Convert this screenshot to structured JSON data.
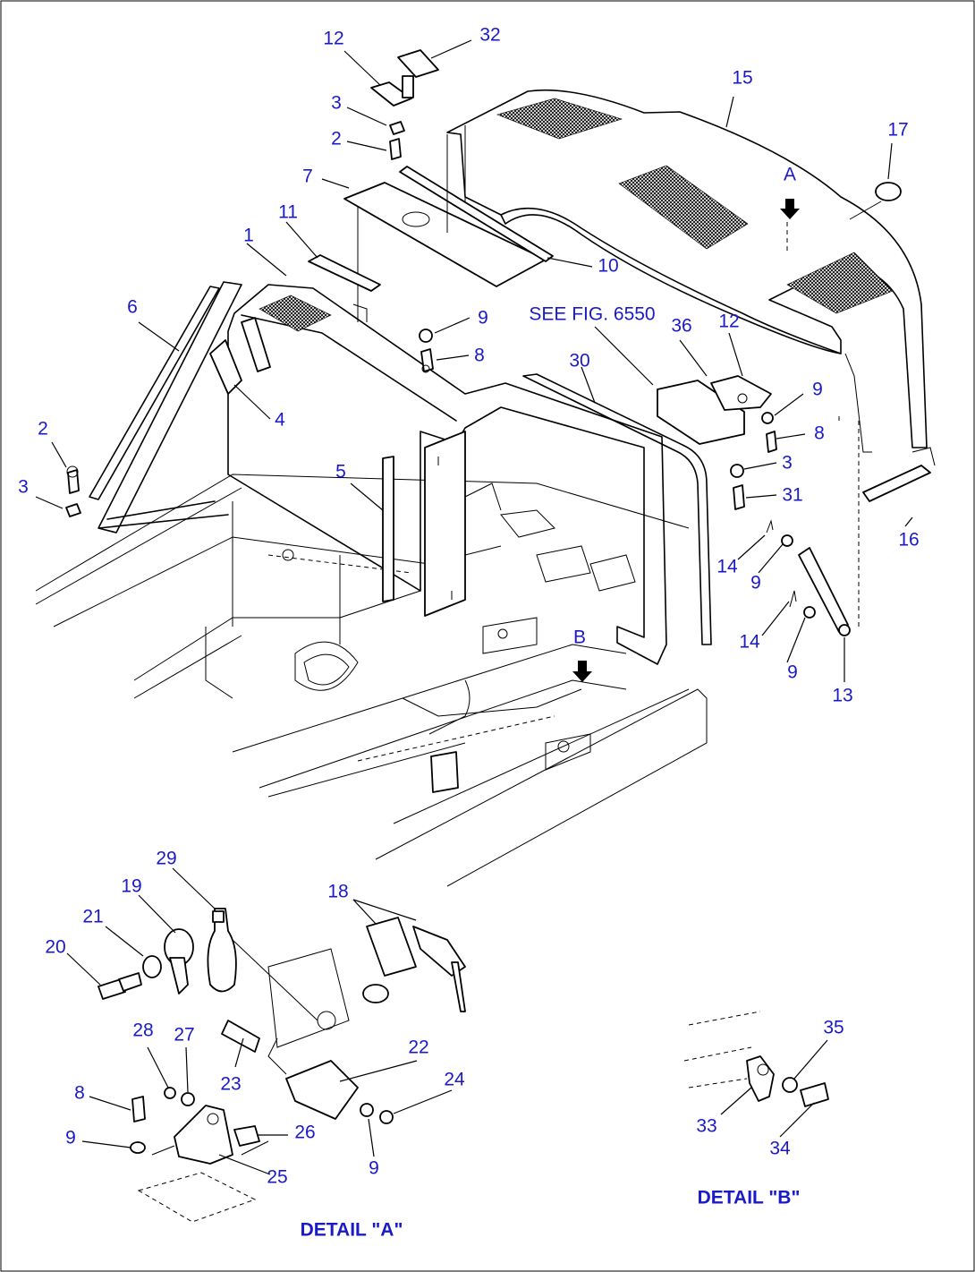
{
  "diagram": {
    "callouts": [
      "1",
      "2",
      "3",
      "4",
      "5",
      "6",
      "7",
      "8",
      "9",
      "10",
      "11",
      "12",
      "13",
      "14",
      "15",
      "16",
      "17",
      "18",
      "19",
      "20",
      "21",
      "22",
      "23",
      "24",
      "25",
      "26",
      "27",
      "28",
      "29",
      "30",
      "31",
      "32",
      "33",
      "34",
      "35",
      "36"
    ],
    "reference_note": "SEE FIG. 6550",
    "view_markers": [
      "A",
      "B"
    ],
    "detail_titles": {
      "a": "DETAIL \"A\"",
      "b": "DETAIL \"B\""
    }
  },
  "colors": {
    "label": "#1a1ac8",
    "line": "#000000",
    "background": "#ffffff"
  }
}
